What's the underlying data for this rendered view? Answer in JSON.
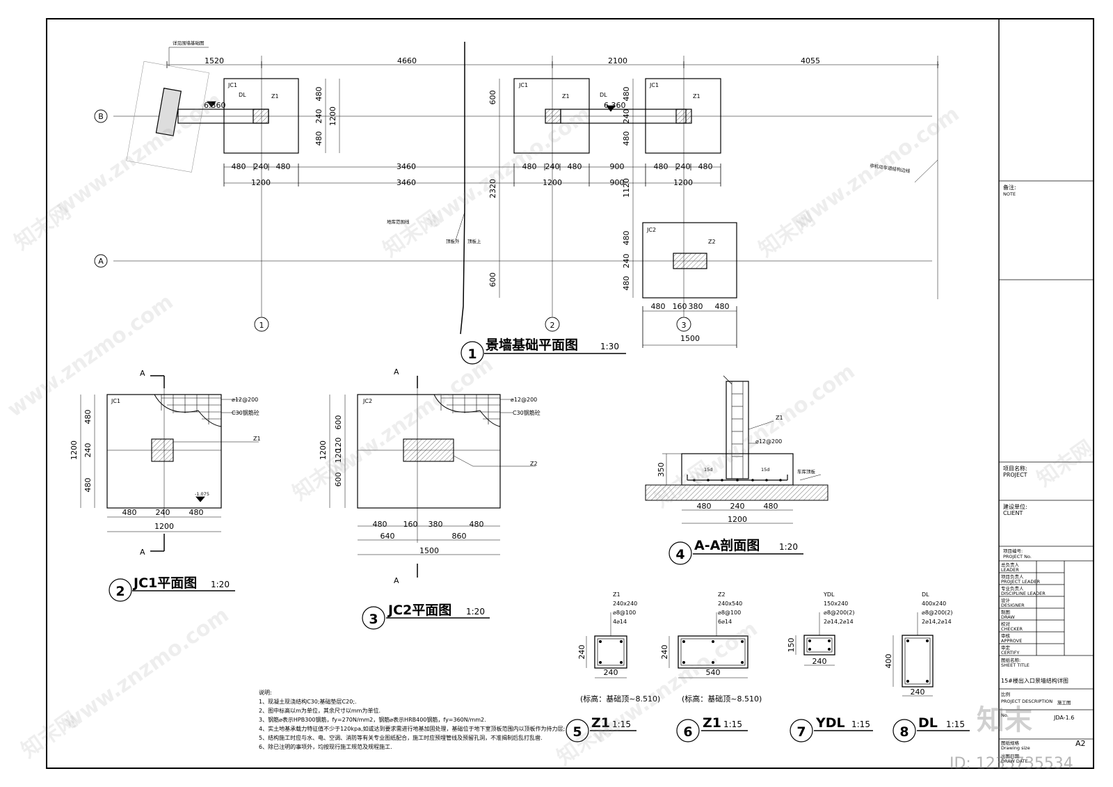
{
  "plan": {
    "top_dims": [
      "1520",
      "4660",
      "2100",
      "4055"
    ],
    "annot_see": "详见围墙基础图",
    "elev": "6.360",
    "jc1": "JC1",
    "jc2": "JC2",
    "dl": "DL",
    "z1": "Z1",
    "z2": "Z2",
    "row1": [
      "480",
      "240",
      "480",
      "3460",
      "480",
      "240",
      "480",
      "900",
      "480",
      "240",
      "480"
    ],
    "row2": [
      "1200",
      "3460",
      "1200",
      "900",
      "1200"
    ],
    "v_left": [
      "480",
      "240",
      "480",
      "1200"
    ],
    "v_mid": [
      "600",
      "2320",
      "600"
    ],
    "v_right": [
      "480",
      "240",
      "480",
      "1120",
      "480",
      "240",
      "480"
    ],
    "jc2_dims": [
      "480",
      "160",
      "380",
      "480",
      "1500"
    ],
    "axis_a": "A",
    "axis_b": "B",
    "axis_1": "1",
    "axis_2": "2",
    "axis_3": "3",
    "label_garage": "地库范围线",
    "label_top1": "顶板外",
    "label_top2": "顶板上",
    "label_nonmotor": "非机动车道结构边线",
    "title_num": "1",
    "title": "景墙基础平面图",
    "scale": "1:30"
  },
  "jc1": {
    "label": "JC1",
    "rebar": "⌀12@200",
    "concrete": "C30钢筋砼",
    "col": "Z1",
    "elev": "-1.075",
    "cut": "A",
    "dims_v": [
      "480",
      "240",
      "480",
      "1200"
    ],
    "dims_h": [
      "480",
      "240",
      "480",
      "1200"
    ],
    "title_num": "2",
    "title": "JC1平面图",
    "scale": "1:20"
  },
  "jc2": {
    "label": "JC2",
    "rebar": "⌀12@200",
    "concrete": "C30钢筋砼",
    "col": "Z2",
    "cut": "A",
    "dims_v": [
      "600",
      "120",
      "120",
      "600",
      "1200"
    ],
    "dims_h": [
      "480",
      "160",
      "380",
      "480"
    ],
    "dims_h2": [
      "640",
      "860"
    ],
    "total": "1500",
    "title_num": "3",
    "title": "JC2平面图",
    "scale": "1:20"
  },
  "section": {
    "col": "Z1",
    "rebar": "⌀12@200",
    "lap1": "15d",
    "lap2": "15d",
    "slab": "车库顶板",
    "h": "350",
    "dims": [
      "480",
      "240",
      "480",
      "1200"
    ],
    "title_num": "4",
    "title": "A-A剖面图",
    "scale": "1:20"
  },
  "details": [
    {
      "code": "Z1",
      "size": "240x240",
      "stirrup": "⌀8@100",
      "bars": "4⌀14",
      "w": "240",
      "h": "240",
      "elev": "(标高：基础顶~8.510)",
      "num": "5",
      "title": "Z1",
      "scale": "1:15"
    },
    {
      "code": "Z2",
      "size": "240x540",
      "stirrup": "⌀8@100",
      "bars": "6⌀14",
      "w": "540",
      "h": "240",
      "elev": "(标高：基础顶~8.510)",
      "num": "6",
      "title": "Z1",
      "scale": "1:15"
    },
    {
      "code": "YDL",
      "size": "150x240",
      "stirrup": "⌀8@200(2)",
      "bars": "2⌀14,2⌀14",
      "w": "240",
      "h": "150",
      "elev": "",
      "num": "7",
      "title": "YDL",
      "scale": "1:15"
    },
    {
      "code": "DL",
      "size": "400x240",
      "stirrup": "⌀8@200(2)",
      "bars": "2⌀14,2⌀14",
      "w": "240",
      "h": "400",
      "elev": "",
      "num": "8",
      "title": "DL",
      "scale": "1:15"
    }
  ],
  "notes": {
    "head": "说明:",
    "lines": [
      "1、现凝土现浇结构C30;基础垫层C20;.",
      "2、图中标高以m为单位，其余尺寸以mm为单位.",
      "3、钢筋⌀表示HPB300钢筋，fy=270N/mm2，钢筋⌀表示HRB400钢筋，fy=360N/mm2.",
      "4、实土地基承载力特征值不少于120kpa,如或达到要求需进行地基加固处理，基础位于地下室顶板范围内以顶板作为持力层;",
      "5、结构施工时应与水、电、空调、消防等有关专业图纸配合，施工时应预埋管线及预留孔洞，不准揭制后乱打乱凿.",
      "6、除已注明的事项外，均按现行施工规范及规程施工."
    ]
  },
  "title_block": {
    "note_cn": "备注:",
    "note_en": "NOTE",
    "project_cn": "项目名称:",
    "project_en": "PROJECT",
    "client_cn": "建设单位:",
    "client_en": "CLIENT",
    "projno_cn": "项目编号:",
    "projno_en": "PROJECT No.",
    "roles": [
      {
        "cn": "总负责人",
        "en": "LEADER"
      },
      {
        "cn": "项目负责人",
        "en": "PROJECT LEADER"
      },
      {
        "cn": "专业负责人",
        "en": "DISCIPLINE LEADER"
      },
      {
        "cn": "设计",
        "en": "DESIGNER"
      },
      {
        "cn": "制图",
        "en": "DRAW"
      },
      {
        "cn": "校对",
        "en": "CHECKER"
      },
      {
        "cn": "审核",
        "en": "APPROVE"
      },
      {
        "cn": "审定",
        "en": "CERTIFY"
      }
    ],
    "sheet_cn": "图纸名称:",
    "sheet_en": "SHEET TITLE",
    "sheet_title": "15#楼出入口景墙结构详图",
    "scale_cn": "比例",
    "desc_en": "PROJECT DESCRIPTION",
    "no_label": "No.",
    "phase": "施工图",
    "drawing_no": "JDA-1.6",
    "size_cn": "图纸规格",
    "size_en": "Drawing size",
    "size": "A2",
    "date_cn": "出图日期",
    "date_en": "DRAW DATE"
  },
  "watermark": {
    "site": "www.znzmo.com",
    "brand_cn": "知末网",
    "logo": "知末",
    "id": "ID: 1233735534"
  }
}
